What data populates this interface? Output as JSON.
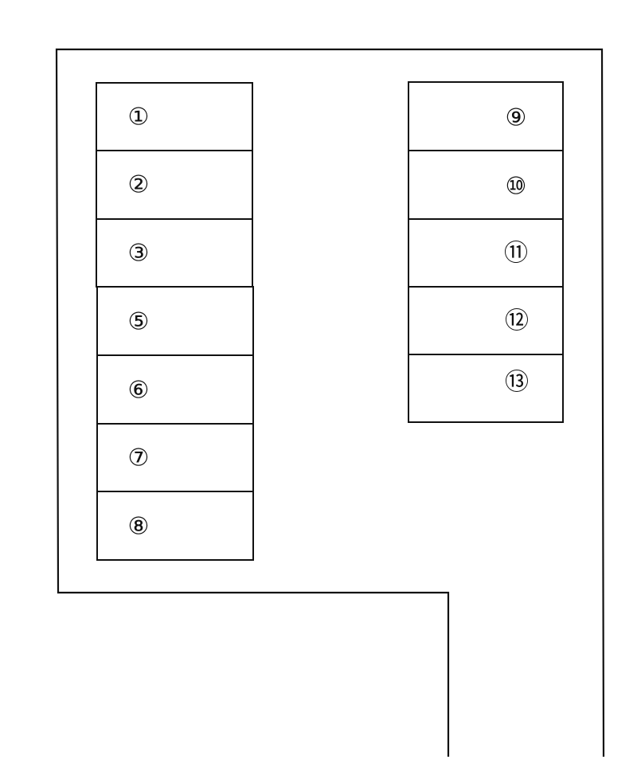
{
  "colors": {
    "line": "#111111",
    "background": "#ffffff"
  },
  "left_column": {
    "spaces": [
      {
        "label": "①"
      },
      {
        "label": "②"
      },
      {
        "label": "③"
      },
      {
        "label": "⑤"
      },
      {
        "label": "⑥"
      },
      {
        "label": "⑦"
      },
      {
        "label": "⑧"
      }
    ]
  },
  "right_column": {
    "spaces": [
      {
        "label": "⑨"
      },
      {
        "label": "⑩"
      },
      {
        "label": "⑪"
      },
      {
        "label": "⑫"
      },
      {
        "label": "⑬"
      }
    ]
  }
}
